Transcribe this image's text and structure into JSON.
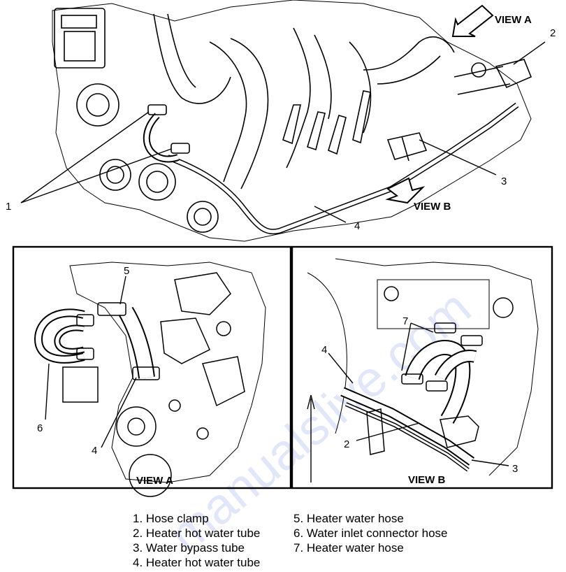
{
  "top_view": {
    "view_a_label": "VIEW A",
    "view_b_label": "VIEW B",
    "callouts": {
      "c1": "1",
      "c2": "2",
      "c3": "3",
      "c4": "4"
    }
  },
  "panel_a": {
    "title": "VIEW A",
    "callouts": {
      "c4": "4",
      "c5": "5",
      "c6": "6"
    }
  },
  "panel_b": {
    "title": "VIEW B",
    "callouts": {
      "c2": "2",
      "c3": "3",
      "c4": "4",
      "c7": "7"
    }
  },
  "legend": {
    "left": [
      "1. Hose clamp",
      "2. Heater hot water tube",
      "3. Water bypass tube",
      "4. Heater hot water tube"
    ],
    "right": [
      "5. Heater water hose",
      "6. Water inlet connector hose",
      "7. Heater water hose"
    ]
  },
  "watermark": "manualslive.com"
}
